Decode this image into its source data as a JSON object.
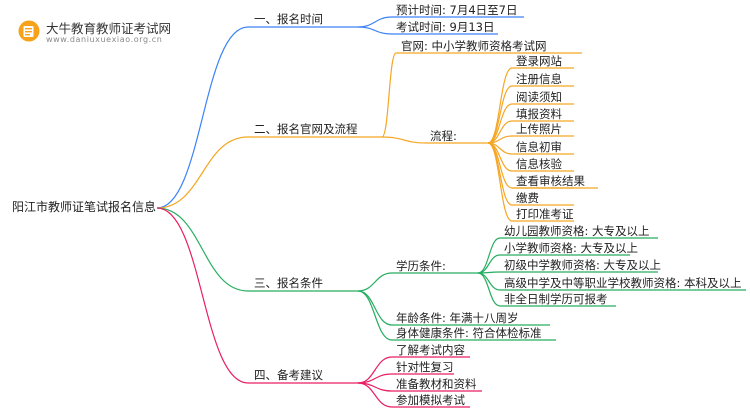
{
  "logo": {
    "title": "大牛教育教师证考试网",
    "url": "www.daniuxuexiao.org.cn"
  },
  "root": "阳江市教师证笔试报名信息",
  "colors": {
    "blue": "#3b82f6",
    "orange": "#f5a623",
    "green": "#27ae60",
    "pink": "#e91e63"
  },
  "branches": [
    {
      "label": "一、报名时间",
      "children": [
        {
          "label": "预计时间: 7月4日至7日"
        },
        {
          "label": "考试时间: 9月13日"
        }
      ]
    },
    {
      "label": "二、报名官网及流程",
      "children": [
        {
          "label": "官网: 中小学教师资格考试网"
        },
        {
          "label": "流程:",
          "children": [
            "登录网站",
            "注册信息",
            "阅读须知",
            "填报资料",
            "上传照片",
            "信息初审",
            "信息核验",
            "查看审核结果",
            "缴费",
            "打印准考证"
          ]
        }
      ]
    },
    {
      "label": "三、报名条件",
      "children": [
        {
          "label": "学历条件:",
          "children": [
            "幼儿园教师资格: 大专及以上",
            "小学教师资格: 大专及以上",
            "初级中学教师资格: 大专及以上",
            "高级中学及中等职业学校教师资格: 本科及以上",
            "非全日制学历可报考"
          ]
        },
        {
          "label": "年龄条件: 年满十八周岁"
        },
        {
          "label": "身体健康条件: 符合体检标准"
        }
      ]
    },
    {
      "label": "四、备考建议",
      "children": [
        {
          "label": "了解考试内容"
        },
        {
          "label": "针对性复习"
        },
        {
          "label": "准备教材和资料"
        },
        {
          "label": "参加模拟考试"
        }
      ]
    }
  ]
}
